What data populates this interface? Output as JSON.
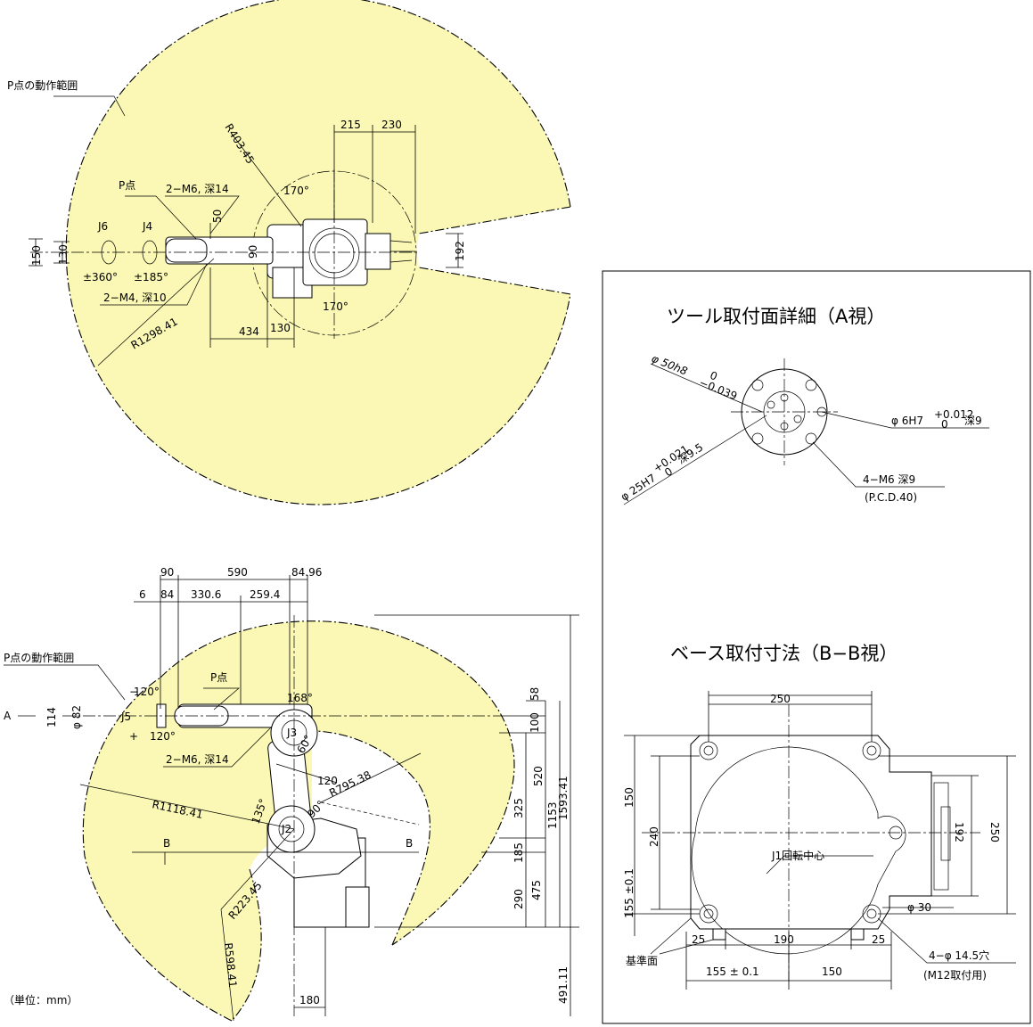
{
  "colors": {
    "range_fill": "#faf8b4",
    "line": "#000000",
    "background": "#ffffff"
  },
  "top_view": {
    "range_label": "P点の動作範囲",
    "p_point": "P点",
    "tap_m6": "2−M6, 深14",
    "j6": "J6",
    "j4": "J4",
    "j6_angle": "±360°",
    "j4_angle": "±185°",
    "tap_m4": "2−M4, 深10",
    "r_outer": "R1298.41",
    "r_inner": "R403.45",
    "angle_top": "170°",
    "angle_bottom": "170°",
    "d215": "215",
    "d230": "230",
    "d50": "50",
    "d90": "90",
    "d150": "150",
    "d130": "130",
    "d192": "192",
    "d434": "434",
    "d130b": "130"
  },
  "side_view": {
    "range_label": "P点の動作範囲",
    "p_point": "P点",
    "view_a": "A",
    "j5": "J5",
    "j3": "J3",
    "j2": "J2",
    "j5_up": "120°",
    "j5_down": "120°",
    "plus": "+",
    "minus": "−",
    "phi82": "φ 82",
    "d114": "114",
    "tap_m6": "2−M6, 深14",
    "a168": "168°",
    "a60": "60°",
    "a90": "90°",
    "a135": "135°",
    "r1118": "R1118.41",
    "r795": "R795.38",
    "r223": "R223.45",
    "r598": "R598.41",
    "d120": "120",
    "b_left": "B",
    "b_right": "B",
    "top_dims": [
      "90",
      "590",
      "84.96",
      "6",
      "84",
      "330.6",
      "259.4"
    ],
    "d58": "58",
    "d100": "100",
    "d520": "520",
    "d325": "325",
    "d185": "185",
    "d290": "290",
    "d475": "475",
    "d1153": "1153",
    "d1593": "1593.41",
    "d491": "491.11",
    "d180": "180",
    "unit": "（単位：mm）"
  },
  "tool_detail": {
    "title": "ツール取付面詳細（A視）",
    "phi50": "φ 50h8",
    "phi50_tol_top": "0",
    "phi50_tol_bot": "−0.039",
    "phi6": "φ 6H7",
    "phi6_tol_top": "+0.012",
    "phi6_tol_bot": "0",
    "phi6_depth": "深9",
    "phi25": "φ 25H7",
    "phi25_tol_top": "+0.021",
    "phi25_tol_bot": "0",
    "phi25_depth": "深9.5",
    "m6": "4−M6 深9",
    "pcd": "(P.C.D.40)"
  },
  "base_detail": {
    "title": "ベース取付寸法（B−B視）",
    "d250_top": "250",
    "d150": "150",
    "d240": "240",
    "d155_tol": "155 ±0.1",
    "d192": "192",
    "d250_right": "250",
    "center_label": "J1回転中心",
    "phi30": "φ 30",
    "d25_left": "25",
    "d190": "190",
    "d25_right": "25",
    "datum": "基準面",
    "d155_bottom": "155 ± 0.1",
    "d150_bottom": "150",
    "holes": "4−φ 14.5穴",
    "holes_note": "(M12取付用)"
  }
}
